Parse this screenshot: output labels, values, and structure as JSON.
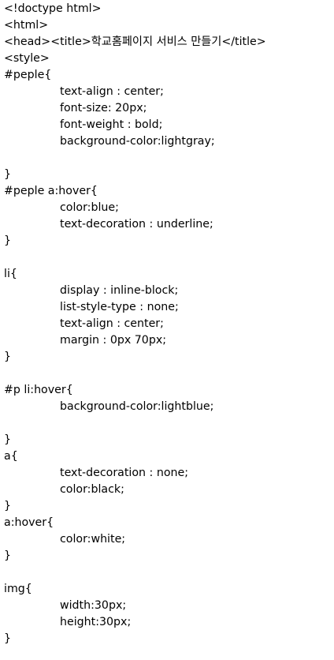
{
  "document": {
    "lines": [
      {
        "text": "<!doctype html>",
        "indent": false
      },
      {
        "text": "<html>",
        "indent": false
      },
      {
        "text": "<head><title>학교홈페이지 서비스 만들기</title>",
        "indent": false
      },
      {
        "text": "<style>",
        "indent": false
      },
      {
        "text": "#peple{",
        "indent": false
      },
      {
        "text": "text-align : center;",
        "indent": true
      },
      {
        "text": "font-size: 20px;",
        "indent": true
      },
      {
        "text": "font-weight : bold;",
        "indent": true
      },
      {
        "text": "background-color:lightgray;",
        "indent": true
      },
      {
        "text": "",
        "indent": false
      },
      {
        "text": "}",
        "indent": false
      },
      {
        "text": "#peple a:hover{",
        "indent": false
      },
      {
        "text": "color:blue;",
        "indent": true
      },
      {
        "text": "text-decoration : underline;",
        "indent": true
      },
      {
        "text": "}",
        "indent": false
      },
      {
        "text": "",
        "indent": false
      },
      {
        "text": "li{",
        "indent": false
      },
      {
        "text": "display : inline-block;",
        "indent": true
      },
      {
        "text": "list-style-type : none;",
        "indent": true
      },
      {
        "text": "text-align : center;",
        "indent": true
      },
      {
        "text": "margin : 0px 70px;",
        "indent": true
      },
      {
        "text": "}",
        "indent": false
      },
      {
        "text": "",
        "indent": false
      },
      {
        "text": "#p li:hover{",
        "indent": false
      },
      {
        "text": "background-color:lightblue;",
        "indent": true
      },
      {
        "text": "",
        "indent": false
      },
      {
        "text": "}",
        "indent": false
      },
      {
        "text": "a{",
        "indent": false
      },
      {
        "text": "text-decoration : none;",
        "indent": true
      },
      {
        "text": "color:black;",
        "indent": true
      },
      {
        "text": "}",
        "indent": false
      },
      {
        "text": "a:hover{",
        "indent": false
      },
      {
        "text": "color:white;",
        "indent": true
      },
      {
        "text": "}",
        "indent": false
      },
      {
        "text": "",
        "indent": false
      },
      {
        "text": "img{",
        "indent": false
      },
      {
        "text": "width:30px;",
        "indent": true
      },
      {
        "text": "height:30px;",
        "indent": true
      },
      {
        "text": "}",
        "indent": false
      }
    ]
  }
}
